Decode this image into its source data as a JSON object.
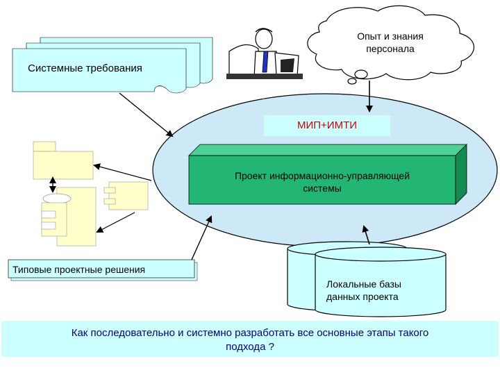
{
  "diagram": {
    "system_requirements": "Системные требования",
    "staff_experience_line1": "Опыт и знания",
    "staff_experience_line2": "персонала",
    "mip_imti": "МИП+ИМТИ",
    "project_line1": "Проект информационно-управляющей",
    "project_line2": "системы",
    "standard_solutions": "Типовые проектные решения",
    "local_db_line1": "Локальные базы",
    "local_db_line2": "данных проекта",
    "question_line1": "Как последовательно и системно разработать все основные этапы такого",
    "question_line2": "подхода ?"
  },
  "colors": {
    "light_cyan": "#ccffff",
    "ellipse_fill": "#cde9f7",
    "project_green": "#22b573",
    "document_yellow": "#ffffcc",
    "title_red": "#cc0000",
    "question_blue": "#000080",
    "arrow": "#000000"
  },
  "icons": [
    "person-at-computer-icon",
    "thought-cloud-icon",
    "document-stack-icon",
    "component-diagram-icon",
    "database-cylinder-icon"
  ]
}
